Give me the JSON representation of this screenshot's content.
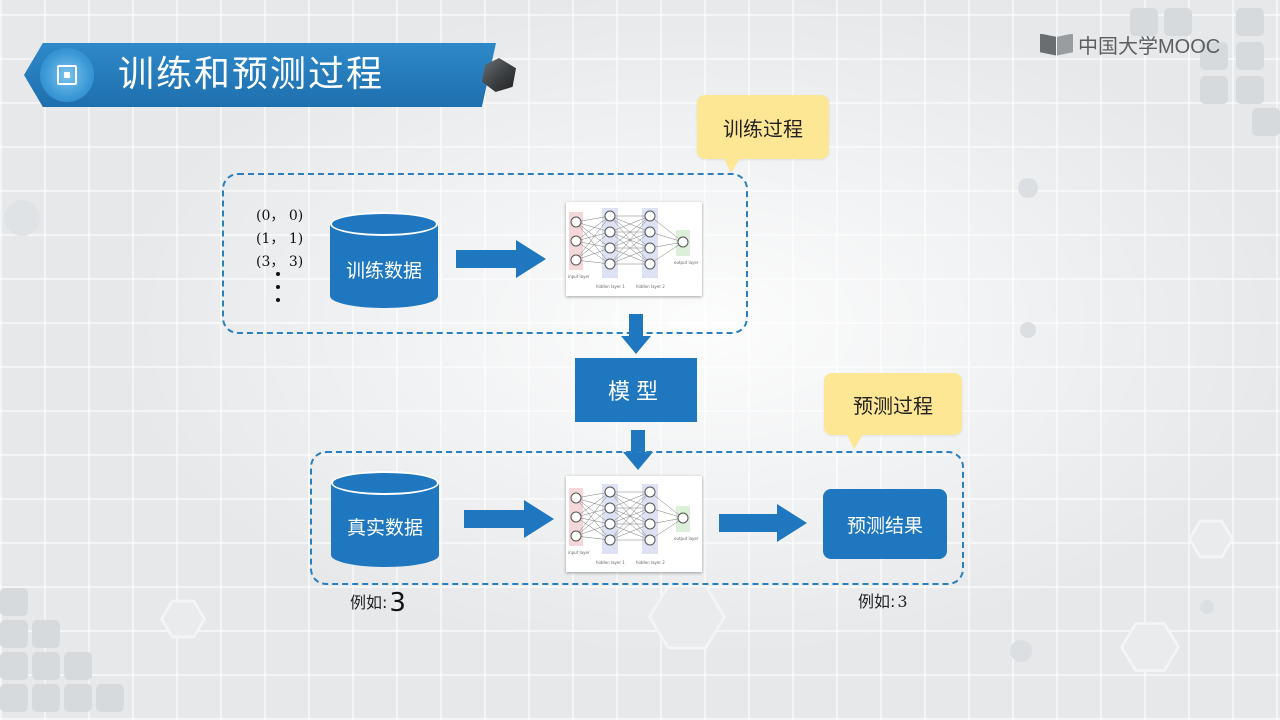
{
  "header": {
    "title": "训练和预测过程",
    "logo_text": "中国大学MOOC"
  },
  "diagram": {
    "training_label": "训练过程",
    "prediction_label": "预测过程",
    "training_data_label": "训练数据",
    "real_data_label": "真实数据",
    "model_label": "模型",
    "result_label": "预测结果",
    "training_samples": [
      "(0， 0)",
      "(1， 1)",
      "(3， 3)"
    ],
    "example_input_prefix": "例如:",
    "example_input_value": "3",
    "example_output_prefix": "例如:",
    "example_output_value": "3",
    "nn_layer_labels": [
      "input layer",
      "hidden layer 1",
      "hidden layer 2",
      "output layer"
    ]
  },
  "colors": {
    "primary_blue": "#1f77c0",
    "callout_yellow": "#fde694",
    "dashed_border": "#2a7fbf"
  }
}
